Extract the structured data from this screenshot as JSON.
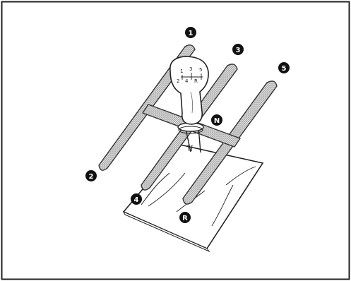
{
  "diagram": {
    "gear_labels": [
      {
        "id": "gear-1",
        "text": "1"
      },
      {
        "id": "gear-2",
        "text": "2"
      },
      {
        "id": "gear-3",
        "text": "3"
      },
      {
        "id": "gear-4",
        "text": "4"
      },
      {
        "id": "gear-5",
        "text": "5"
      },
      {
        "id": "gear-n",
        "text": "N"
      },
      {
        "id": "gear-r",
        "text": "R"
      }
    ],
    "knob_pattern": [
      "1",
      "3",
      "5",
      "2",
      "4",
      "R"
    ],
    "colors": {
      "label_fill": "#111111",
      "label_text": "#ffffff",
      "rail_fill": "#bdbdbd",
      "outline": "#222222"
    }
  }
}
